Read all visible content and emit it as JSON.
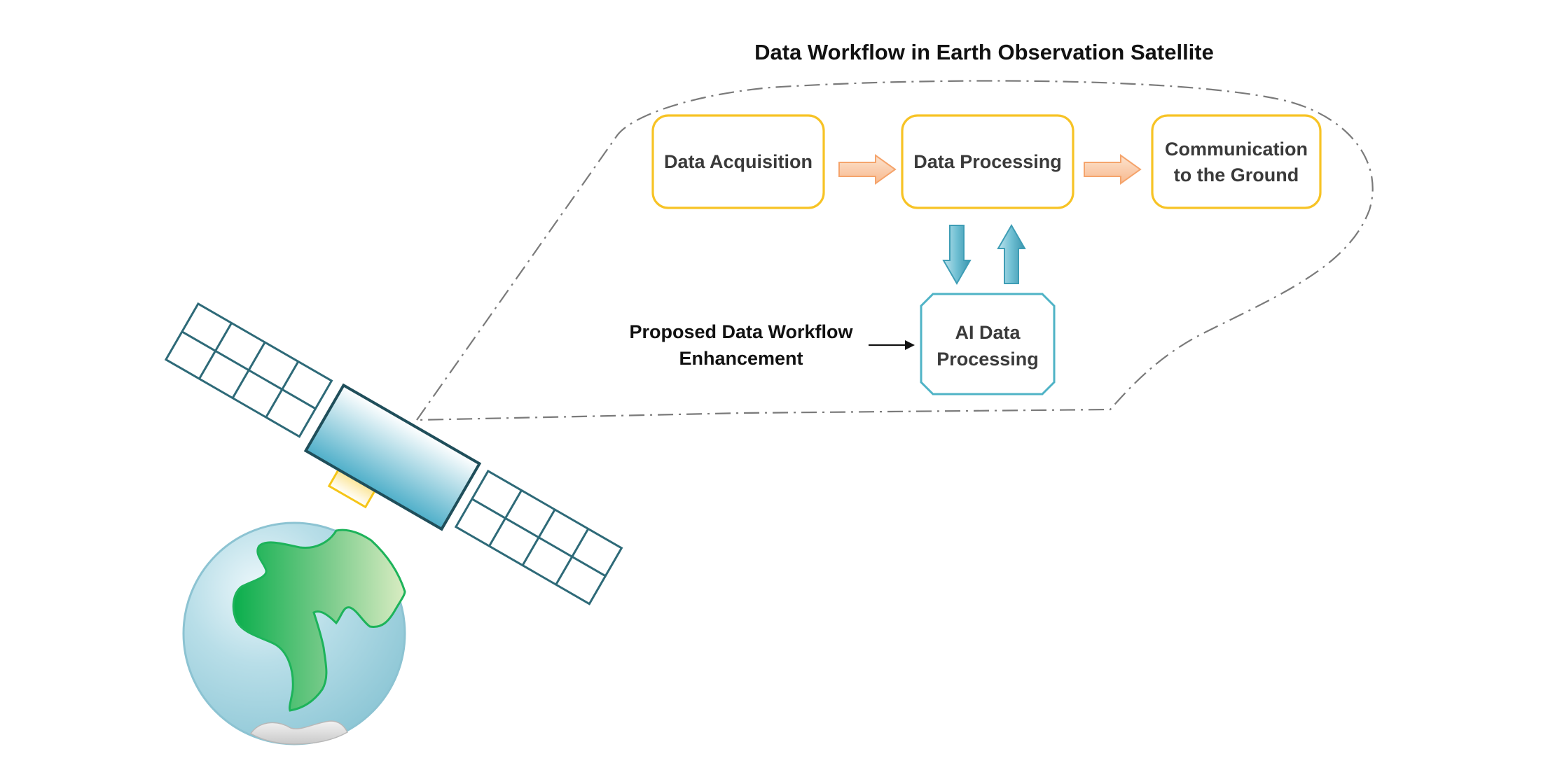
{
  "title": "Data Workflow in Earth Observation Satellite",
  "workflow": {
    "steps": [
      {
        "lines": [
          "Data Acquisition"
        ]
      },
      {
        "lines": [
          "Data Processing"
        ]
      },
      {
        "lines": [
          "Communication",
          "to the Ground"
        ]
      }
    ],
    "ai_box": {
      "lines": [
        "AI Data",
        "Processing"
      ]
    },
    "annotation": {
      "lines": [
        "Proposed Data Workflow",
        "Enhancement"
      ]
    }
  },
  "colors": {
    "box_border": "#F7C325",
    "flow_arrow": "#F5A46C",
    "ai_border": "#4FB3C6",
    "ai_arrow": "#3E9DB5",
    "satellite_outline": "#2E6A78",
    "earth": "#A8D5E2",
    "land": "#1DB35A",
    "text": "#3A3A3A"
  },
  "icons": [
    "satellite-icon",
    "earth-icon",
    "solar-panel-icon"
  ]
}
